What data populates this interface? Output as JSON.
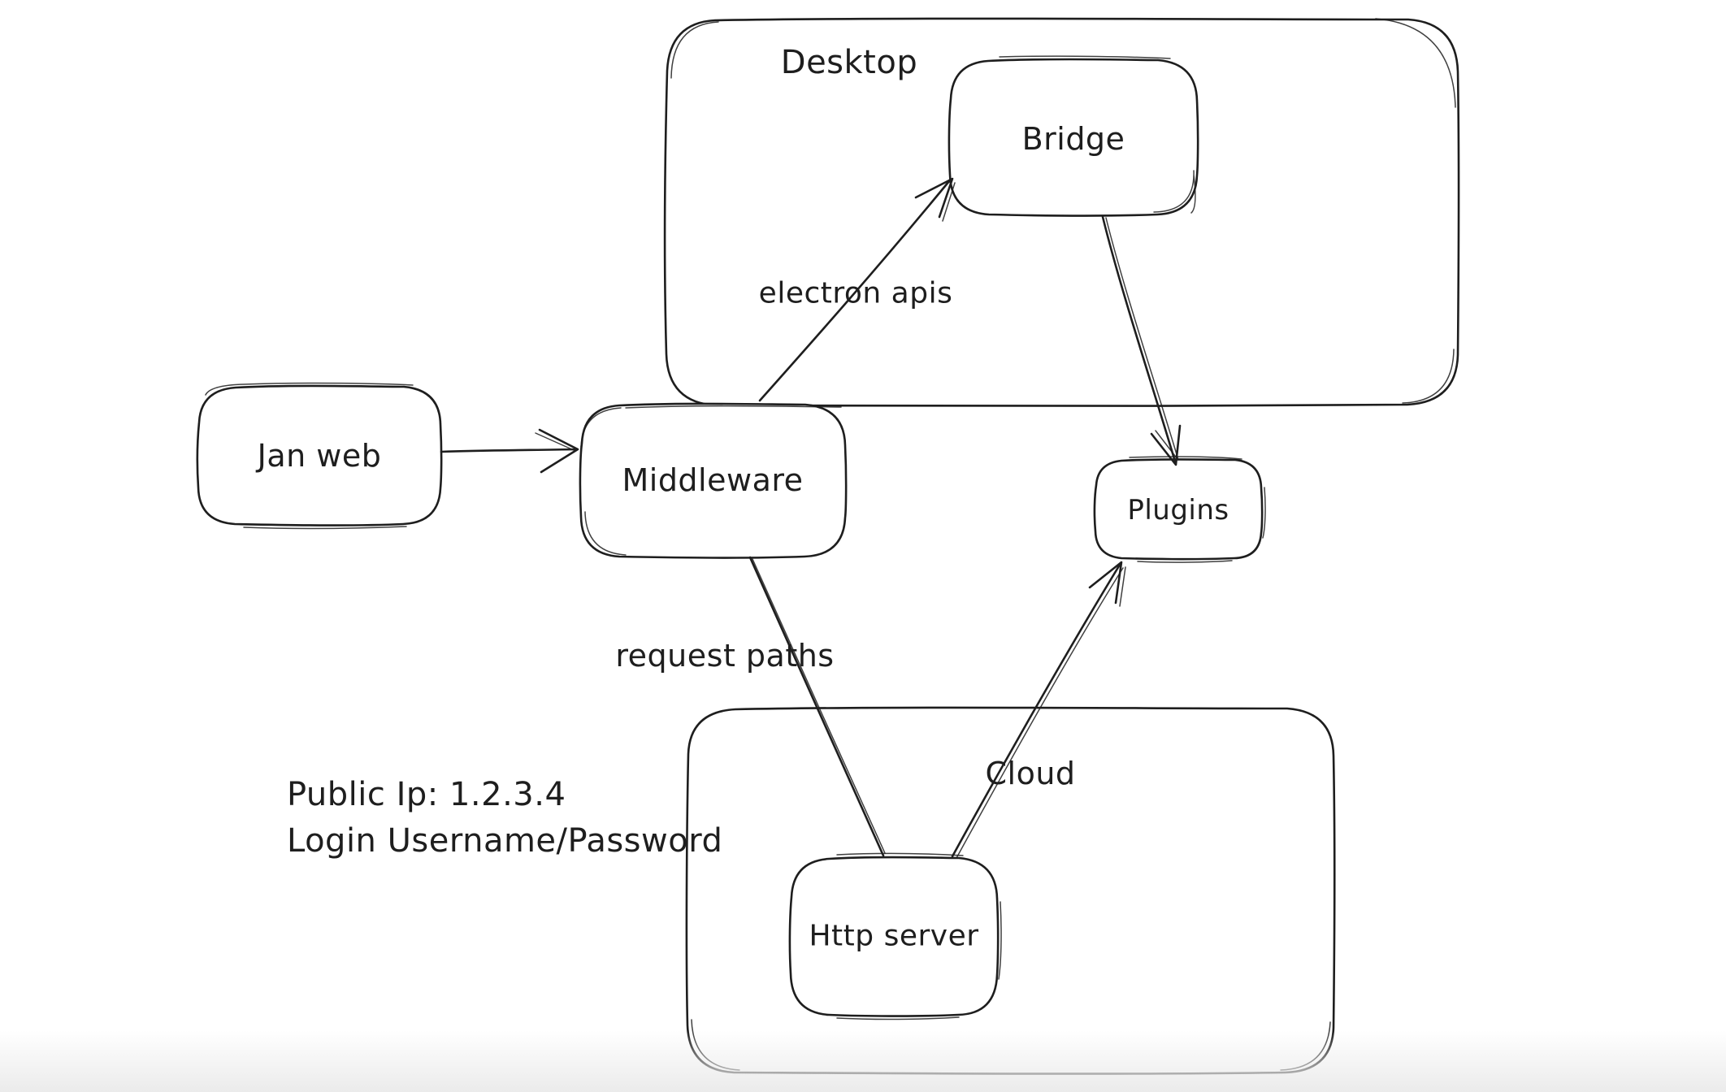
{
  "diagram": {
    "colors": {
      "stroke": "#1e1e1e",
      "background": "#ffffff"
    },
    "containers": [
      {
        "id": "desktop",
        "label": "Desktop"
      },
      {
        "id": "cloud",
        "label": "Cloud"
      }
    ],
    "nodes": [
      {
        "id": "jan-web",
        "label": "Jan web"
      },
      {
        "id": "middleware",
        "label": "Middleware"
      },
      {
        "id": "bridge",
        "label": "Bridge"
      },
      {
        "id": "plugins",
        "label": "Plugins"
      },
      {
        "id": "http-server",
        "label": "Http server"
      }
    ],
    "edges": [
      {
        "from": "jan-web",
        "to": "middleware",
        "label": ""
      },
      {
        "from": "middleware",
        "to": "bridge",
        "label": "electron apis"
      },
      {
        "from": "bridge",
        "to": "plugins",
        "label": ""
      },
      {
        "from": "middleware",
        "to": "http-server",
        "label": "request paths"
      },
      {
        "from": "http-server",
        "to": "plugins",
        "label": ""
      }
    ],
    "annotations": [
      {
        "text": "Public Ip: 1.2.3.4"
      },
      {
        "text": "Login Username/Password"
      }
    ]
  }
}
